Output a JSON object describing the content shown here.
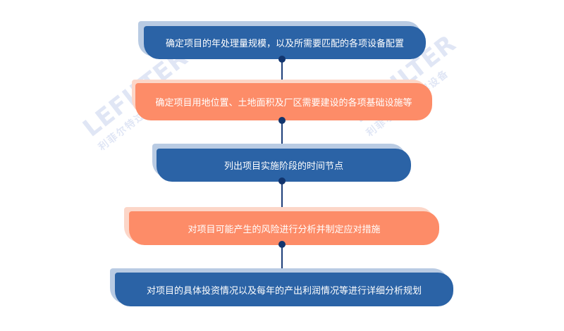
{
  "watermark": {
    "logo": "LEFILTER",
    "sub": "利菲尔特过滤解设备"
  },
  "colors": {
    "blue": "#2b63a6",
    "orange": "#fd8c68",
    "connector": "#12356e"
  },
  "steps": [
    {
      "text": "确定项目的年处理量规模，以及所需要匹配的各项设备配置",
      "color": "blue"
    },
    {
      "text": "确定项目用地位置、土地面积及厂区需要建设的各项基础设施等",
      "color": "orange"
    },
    {
      "text": "列出项目实施阶段的时间节点",
      "color": "blue"
    },
    {
      "text": "对项目可能产生的风险进行分析并制定应对措施",
      "color": "orange"
    },
    {
      "text": "对项目的具体投资情况以及每年的产出利润情况等进行详细分析规划",
      "color": "blue"
    }
  ]
}
